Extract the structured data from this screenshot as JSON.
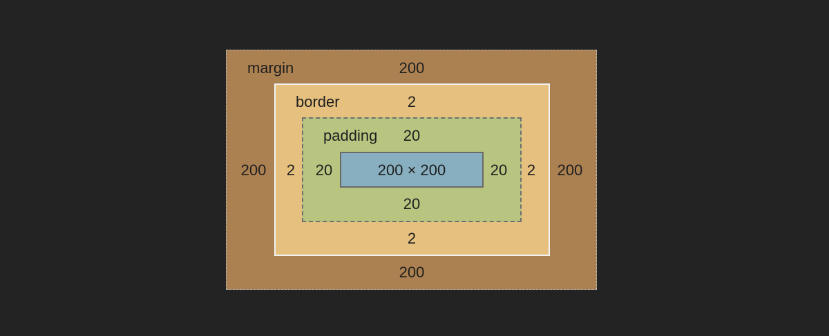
{
  "colors": {
    "background": "#232323",
    "margin": "#ac8152",
    "border": "#e5c07e",
    "padding": "#b8c580",
    "content": "#88afc0"
  },
  "margin": {
    "label": "margin",
    "top": "200",
    "right": "200",
    "bottom": "200",
    "left": "200"
  },
  "border": {
    "label": "border",
    "top": "2",
    "right": "2",
    "bottom": "2",
    "left": "2"
  },
  "padding": {
    "label": "padding",
    "top": "20",
    "right": "20",
    "bottom": "20",
    "left": "20"
  },
  "content": {
    "size": "200 × 200"
  }
}
